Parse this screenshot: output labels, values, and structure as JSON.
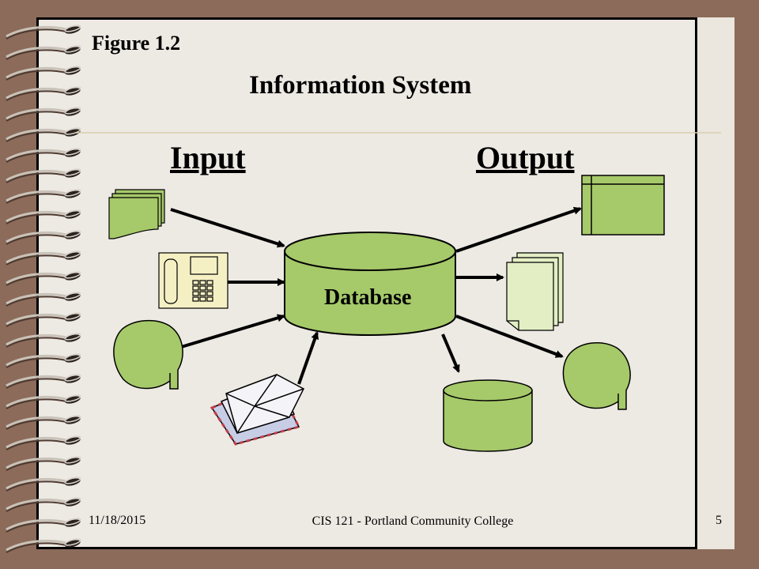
{
  "slide": {
    "figure_label": "Figure 1.2",
    "title": "Information System",
    "footer": {
      "date": "11/18/2015",
      "course": "CIS 121 - Portland Community College",
      "page": "5"
    }
  },
  "diagram": {
    "input_heading": "Input",
    "output_heading": "Output",
    "center_label": "Database",
    "input_icons": [
      "documents-icon",
      "telephone-icon",
      "speech-bubble-icon",
      "mail-icon"
    ],
    "output_icons": [
      "screen-icon",
      "printed-documents-icon",
      "database-storage-icon",
      "speech-bubble-icon"
    ]
  },
  "colors": {
    "shape_fill": "#a6c96a",
    "paper_fill": "#e3eec4",
    "phone_fill": "#f5f0c4",
    "line": "#000000",
    "background": "#8c6b5a",
    "slide": "#ede9e3"
  }
}
